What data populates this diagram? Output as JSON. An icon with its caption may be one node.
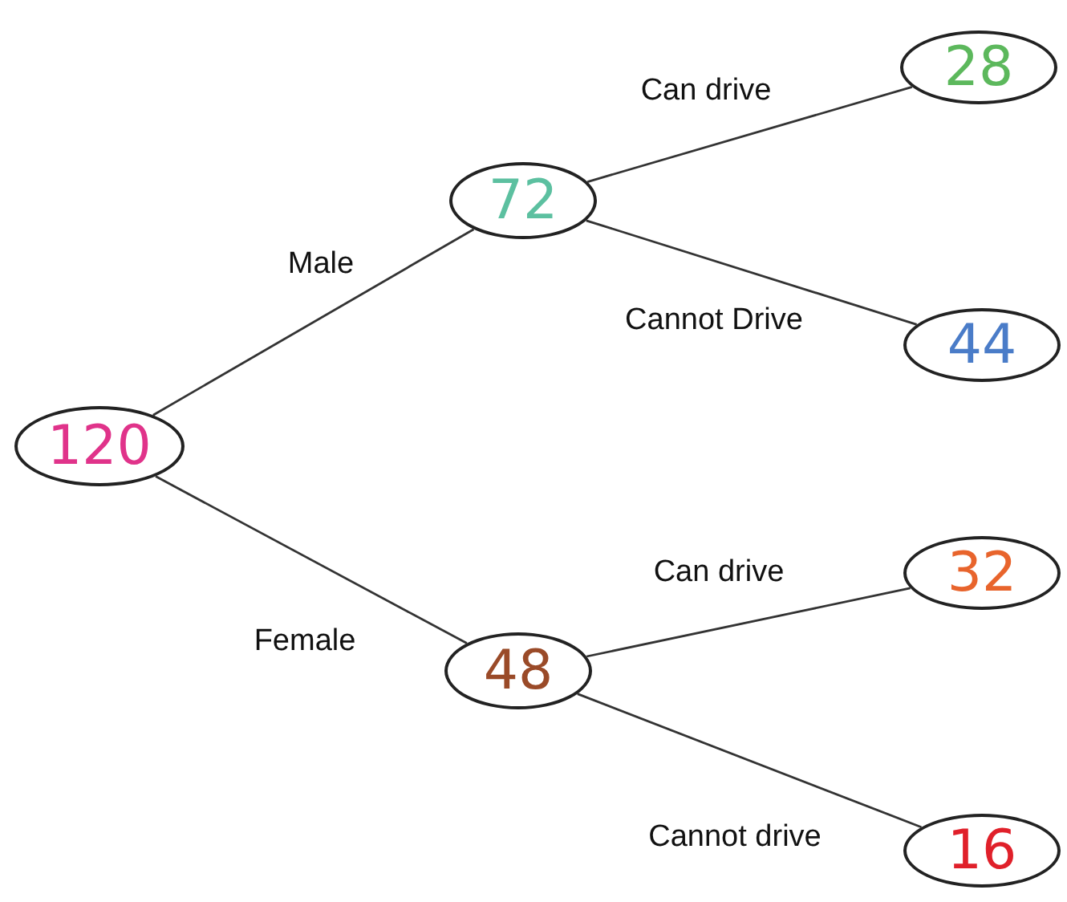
{
  "diagram": {
    "nodes": [
      {
        "text": [
          "120"
        ]
      },
      {
        "text": [
          "72"
        ]
      },
      {
        "text": [
          "28"
        ]
      },
      {
        "text": [
          "44"
        ]
      },
      {
        "text": [
          "48"
        ]
      },
      {
        "text": [
          "32"
        ]
      },
      {
        "text": [
          "16"
        ]
      }
    ],
    "edges": [
      {
        "from": 0,
        "to": 1,
        "arrow": "none",
        "label": "Male"
      },
      {
        "from": 1,
        "to": 2,
        "arrow": "none",
        "label": "Can drive"
      },
      {
        "from": 1,
        "to": 3,
        "arrow": "none",
        "label": "Cannot Drive"
      },
      {
        "from": 0,
        "to": 4,
        "arrow": "none",
        "label": "Female"
      },
      {
        "from": 4,
        "to": 5,
        "arrow": "none",
        "label": "Can drive"
      },
      {
        "from": 4,
        "to": 6,
        "arrow": "none",
        "label": "Cannot drive"
      }
    ]
  }
}
